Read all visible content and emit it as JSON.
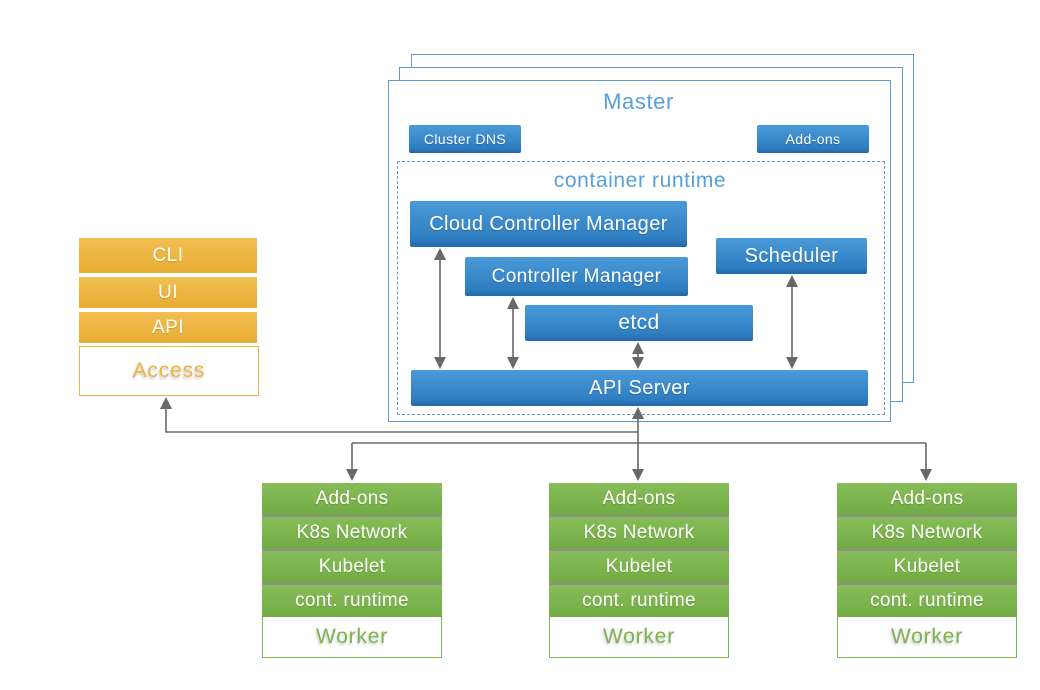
{
  "master": {
    "label": "Master",
    "buttons": {
      "cluster_dns": "Cluster DNS",
      "addons": "Add-ons"
    },
    "container_runtime": {
      "label": "container runtime"
    },
    "components": {
      "cloud_controller_manager": "Cloud Controller Manager",
      "controller_manager": "Controller Manager",
      "scheduler": "Scheduler",
      "etcd": "etcd",
      "api_server": "API Server"
    }
  },
  "access": {
    "layers": [
      "CLI",
      "UI",
      "API"
    ],
    "label": "Access"
  },
  "worker": {
    "rows": [
      "Add-ons",
      "K8s Network",
      "Kubelet",
      "cont. runtime"
    ],
    "label": "Worker",
    "count": 3
  },
  "colors": {
    "blue_light": "#4b9bd9",
    "blue_dark": "#2e7dc1",
    "blue_edge": "#2268ab",
    "blue_border": "#5b9bd5",
    "blue_text": "#57a0d9",
    "orange": "#edb43f",
    "green": "#7cb44e",
    "arrow": "#686868"
  }
}
